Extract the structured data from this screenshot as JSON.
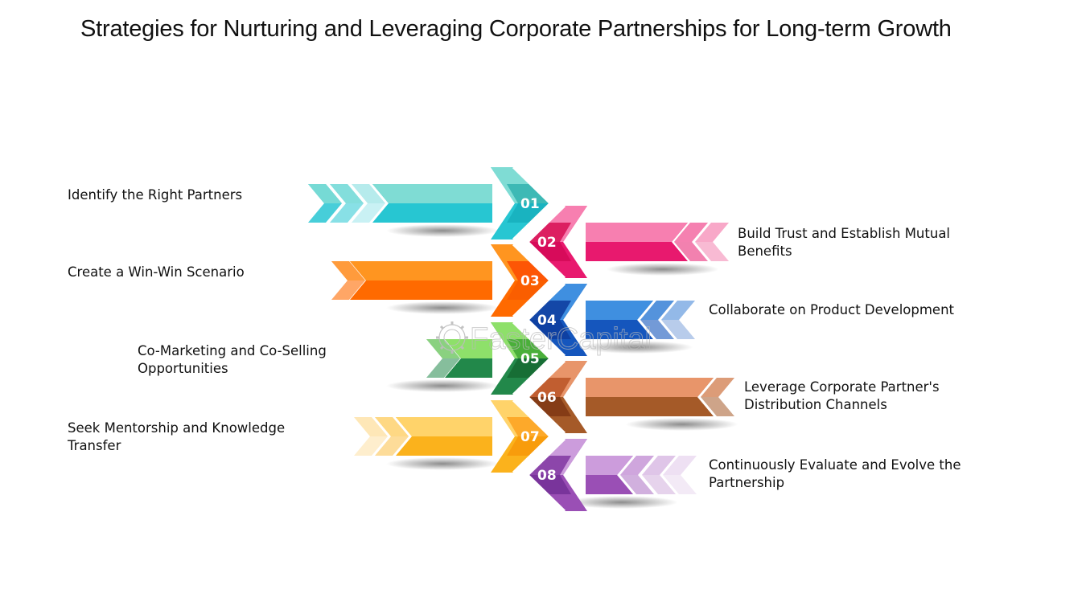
{
  "title": "Strategies for Nurturing and Leveraging Corporate Partnerships for Long-term Growth",
  "watermark": "FasterCapital",
  "steps": [
    {
      "number": "01",
      "label": "Identify the Right Partners",
      "direction": "right",
      "colors": {
        "light": "#7fdcd4",
        "main": "#27c6d2",
        "dark": "#0fa4b0",
        "core": "#3ab5ad"
      }
    },
    {
      "number": "02",
      "label": "Build Trust and Establish Mutual Benefits",
      "direction": "left",
      "colors": {
        "light": "#f77fb0",
        "main": "#e8196e",
        "dark": "#c9004a",
        "core": "#dc0f52"
      }
    },
    {
      "number": "03",
      "label": "Create a Win-Win Scenario",
      "direction": "right",
      "colors": {
        "light": "#ff9520",
        "main": "#ff6a00",
        "dark": "#f55400",
        "core": "#ff4500"
      }
    },
    {
      "number": "04",
      "label": "Collaborate on Product Development",
      "direction": "left",
      "colors": {
        "light": "#3f8fe0",
        "main": "#1556bd",
        "dark": "#0a2f8c",
        "core": "#0b3aa0"
      }
    },
    {
      "number": "05",
      "label": "Co-Marketing and Co-Selling Opportunities",
      "direction": "right",
      "colors": {
        "light": "#8ee06a",
        "main": "#22884a",
        "dark": "#0f5a25",
        "core": "#4cc034"
      }
    },
    {
      "number": "06",
      "label": "Leverage Corporate Partner's Distribution Channels",
      "direction": "left",
      "colors": {
        "light": "#e8956a",
        "main": "#a55a28",
        "dark": "#6b2508",
        "core": "#d5622e"
      }
    },
    {
      "number": "07",
      "label": "Seek Mentorship and Knowledge Transfer",
      "direction": "right",
      "colors": {
        "light": "#ffd36a",
        "main": "#fbb21c",
        "dark": "#f68a00",
        "core": "#ffa826"
      }
    },
    {
      "number": "08",
      "label": "Continuously Evaluate and Evolve the Partnership",
      "direction": "left",
      "colors": {
        "light": "#cc9cdc",
        "main": "#9a4fb5",
        "dark": "#5f1f85",
        "core": "#8a3aa8"
      }
    }
  ]
}
